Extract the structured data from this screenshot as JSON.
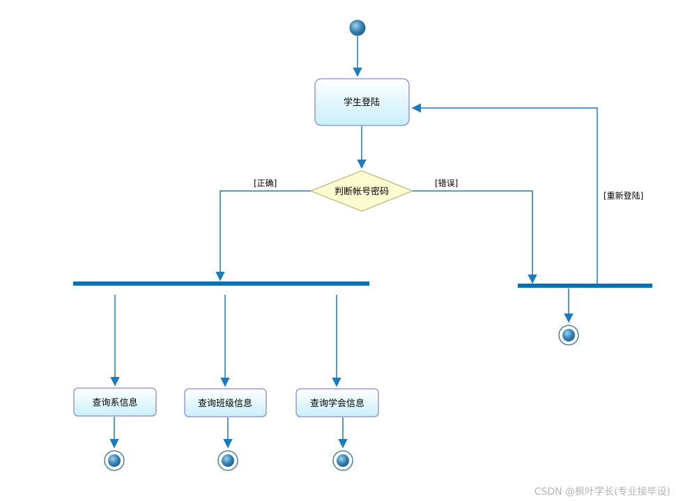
{
  "diagram": {
    "type": "uml-activity",
    "nodes": {
      "student_login": "学生登陆",
      "check_credentials": "判断帐号密码",
      "query_department": "查询系信息",
      "query_class": "查询班级信息",
      "query_student_union": "查询学会信息"
    },
    "guards": {
      "correct": "[正确]",
      "wrong": "[错误]",
      "relogin": "[重新登陆]"
    },
    "edges": [
      {
        "from": "start",
        "to": "student_login"
      },
      {
        "from": "student_login",
        "to": "check_credentials"
      },
      {
        "from": "check_credentials",
        "to": "fork_main",
        "guard": "[正确]"
      },
      {
        "from": "check_credentials",
        "to": "bar_right",
        "guard": "[错误]"
      },
      {
        "from": "bar_right",
        "to": "student_login",
        "guard": "[重新登陆]"
      },
      {
        "from": "bar_right",
        "to": "end_right"
      },
      {
        "from": "fork_main",
        "to": "query_department"
      },
      {
        "from": "fork_main",
        "to": "query_class"
      },
      {
        "from": "fork_main",
        "to": "query_student_union"
      },
      {
        "from": "query_department",
        "to": "end_1"
      },
      {
        "from": "query_class",
        "to": "end_2"
      },
      {
        "from": "query_student_union",
        "to": "end_3"
      }
    ]
  },
  "colors": {
    "line": "#1a7bbf",
    "bar": "#0072b8",
    "action_fill_top": "#ffffff",
    "action_fill_bottom": "#c8f0fb",
    "action_border": "#8a86d8",
    "decision_fill": "#fdfbd0",
    "decision_border": "#b8b070",
    "node_dot": "#3a86b8"
  },
  "watermark": "CSDN @枫叶学长(专业接毕设)"
}
